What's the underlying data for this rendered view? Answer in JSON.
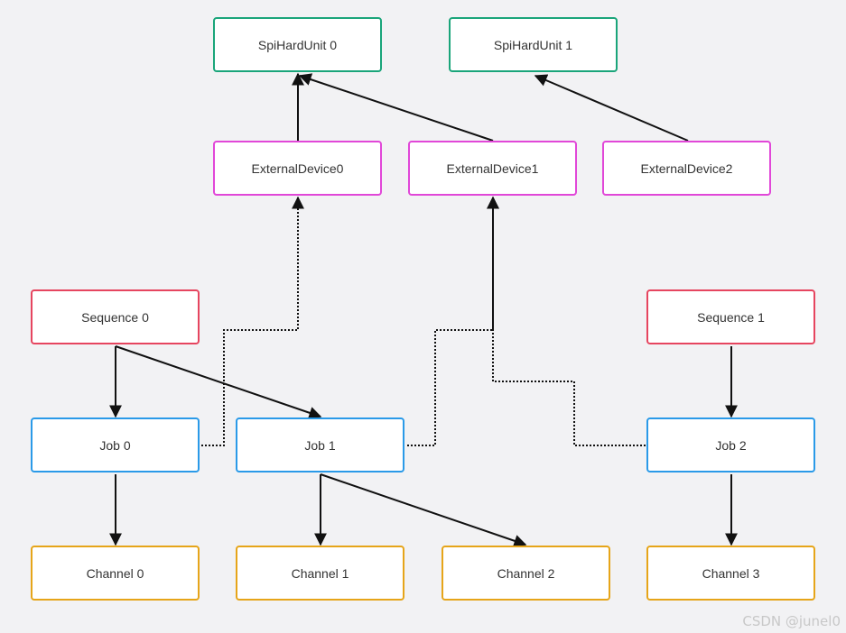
{
  "colors": {
    "background": "#f2f2f4",
    "hard_unit": "#1aa57a",
    "external_device": "#e147d8",
    "sequence": "#e6455f",
    "job": "#2a9ae8",
    "channel": "#e6a519",
    "edge": "#111111"
  },
  "nodes": {
    "spi_hard_unit_0": {
      "label": "SpiHardUnit 0"
    },
    "spi_hard_unit_1": {
      "label": "SpiHardUnit 1"
    },
    "external_device_0": {
      "label": "ExternalDevice0"
    },
    "external_device_1": {
      "label": "ExternalDevice1"
    },
    "external_device_2": {
      "label": "ExternalDevice2"
    },
    "sequence_0": {
      "label": "Sequence 0"
    },
    "sequence_1": {
      "label": "Sequence 1"
    },
    "job_0": {
      "label": "Job 0"
    },
    "job_1": {
      "label": "Job 1"
    },
    "job_2": {
      "label": "Job 2"
    },
    "channel_0": {
      "label": "Channel 0"
    },
    "channel_1": {
      "label": "Channel 1"
    },
    "channel_2": {
      "label": "Channel 2"
    },
    "channel_3": {
      "label": "Channel 3"
    }
  },
  "edges": [
    {
      "from": "external_device_0",
      "to": "spi_hard_unit_0",
      "style": "solid"
    },
    {
      "from": "external_device_1",
      "to": "spi_hard_unit_0",
      "style": "solid"
    },
    {
      "from": "external_device_2",
      "to": "spi_hard_unit_1",
      "style": "solid"
    },
    {
      "from": "sequence_0",
      "to": "job_0",
      "style": "solid"
    },
    {
      "from": "sequence_0",
      "to": "job_1",
      "style": "solid"
    },
    {
      "from": "sequence_1",
      "to": "job_2",
      "style": "solid"
    },
    {
      "from": "job_0",
      "to": "channel_0",
      "style": "solid"
    },
    {
      "from": "job_1",
      "to": "channel_1",
      "style": "solid"
    },
    {
      "from": "job_1",
      "to": "channel_2",
      "style": "solid"
    },
    {
      "from": "job_2",
      "to": "channel_3",
      "style": "solid"
    },
    {
      "from": "job_0",
      "to": "external_device_0",
      "style": "dotted"
    },
    {
      "from": "job_1",
      "to": "external_device_1",
      "style": "dotted"
    },
    {
      "from": "job_2",
      "to": "external_device_1",
      "style": "dotted"
    }
  ],
  "watermark": "CSDN @junel0"
}
